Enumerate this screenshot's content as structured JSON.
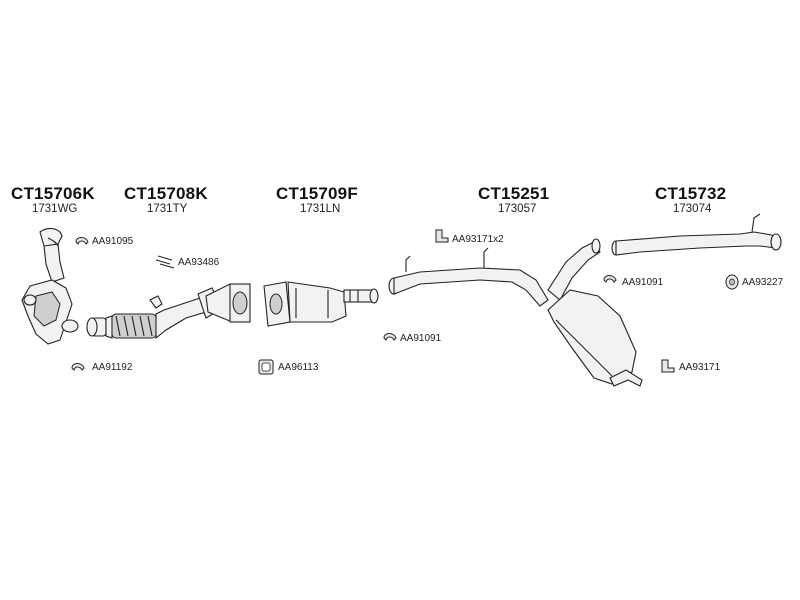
{
  "groups": [
    {
      "part_number": "CT15706K",
      "ref": "1731WG"
    },
    {
      "part_number": "CT15708K",
      "ref": "1731TY"
    },
    {
      "part_number": "CT15709F",
      "ref": "1731LN"
    },
    {
      "part_number": "CT15251",
      "ref": "173057"
    },
    {
      "part_number": "CT15732",
      "ref": "173074"
    }
  ],
  "accessories": {
    "aa91095": "AA91095",
    "aa93486": "AA93486",
    "aa91192": "AA91192",
    "aa96113": "AA96113",
    "aa93171x2": "AA93171x2",
    "aa91091_mid": "AA91091",
    "aa91091_right": "AA91091",
    "aa93227": "AA93227",
    "aa93171": "AA93171"
  }
}
